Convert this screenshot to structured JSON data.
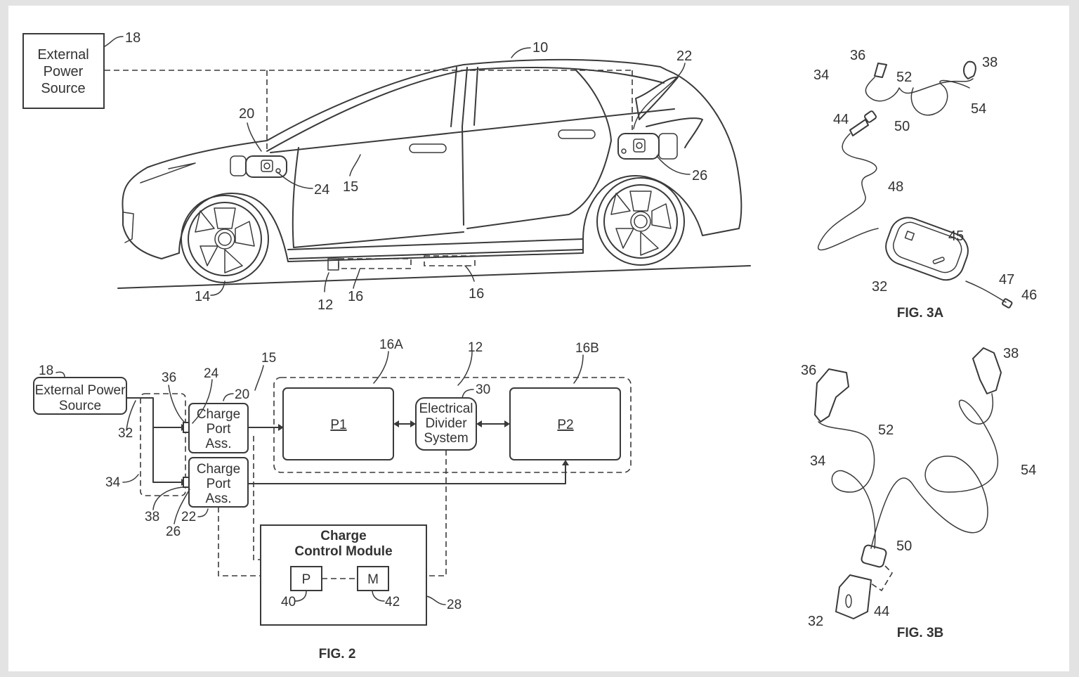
{
  "colors": {
    "frame": "#e3e3e3",
    "sheet": "#ffffff",
    "ink": "#333333"
  },
  "fig1": {
    "power_source_lines": [
      "External",
      "Power",
      "Source"
    ],
    "refs": {
      "power_source": "18",
      "vehicle": "10",
      "port_front": "20",
      "port_rear": "22",
      "port_front_inner": "24",
      "port_rear_inner": "26",
      "body": "15",
      "wheel": "14",
      "divider": "12",
      "pack_a": "16",
      "pack_b": "16"
    }
  },
  "fig2": {
    "caption": "FIG. 2",
    "power_source_lines": [
      "External Power",
      "Source"
    ],
    "charge_port_lines": [
      "Charge",
      "Port",
      "Ass."
    ],
    "p1_label": "P1",
    "p2_label": "P2",
    "divider_lines": [
      "Electrical",
      "Divider",
      "System"
    ],
    "ccm_lines": [
      "Charge",
      "Control Module"
    ],
    "processor_label": "P",
    "memory_label": "M",
    "refs": {
      "power_source": "18",
      "cable_32": "32",
      "cable_34": "34",
      "conn_36": "36",
      "port_24": "24",
      "port_20": "20",
      "body_15": "15",
      "pack_16a": "16A",
      "divider_12": "12",
      "pack_16b": "16B",
      "divider_30": "30",
      "conn_38": "38",
      "port_26": "26",
      "port_22": "22",
      "processor_40": "40",
      "memory_42": "42",
      "ccm_28": "28"
    }
  },
  "fig3a": {
    "caption": "FIG. 3A",
    "refs": {
      "r36": "36",
      "r38": "38",
      "r34": "34",
      "r52": "52",
      "r54": "54",
      "r44": "44",
      "r50": "50",
      "r48": "48",
      "r45": "45",
      "r32": "32",
      "r47": "47",
      "r46": "46"
    }
  },
  "fig3b": {
    "caption": "FIG. 3B",
    "refs": {
      "r36": "36",
      "r38": "38",
      "r52": "52",
      "r34": "34",
      "r54": "54",
      "r50": "50",
      "r44": "44",
      "r32": "32"
    }
  }
}
